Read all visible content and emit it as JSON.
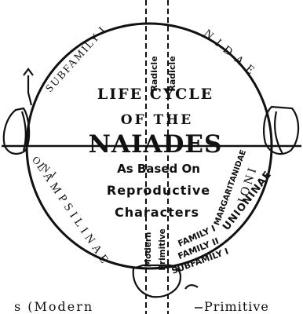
{
  "center": {
    "line1": "LIFE CYCLE",
    "line2": "OF THE",
    "line3": "NAIADES",
    "line4": "As Based On",
    "line5": "Reproductive",
    "line6": "Characters"
  },
  "ring": {
    "top_left": "SUBFAMILY I",
    "top_right": "NIDAE",
    "left": "LAMPSILINAE",
    "left_short": "ONI",
    "right_vertical": "IONI",
    "right_margaritanidae": "MARGARITANIDAE",
    "right_unioninae": "UNIONINAE",
    "family_1": "FAMILY I",
    "family_2": "FAMILY II",
    "subfamily_1": "SUBFAMILY I"
  },
  "labels": {
    "radicle_1": "Radicle",
    "radicle_2": "Radicle",
    "modern": "Modern",
    "primitive": "Primitive"
  },
  "footer": {
    "bottom_left": "s (Modern",
    "bottom_right": "Primitive"
  }
}
